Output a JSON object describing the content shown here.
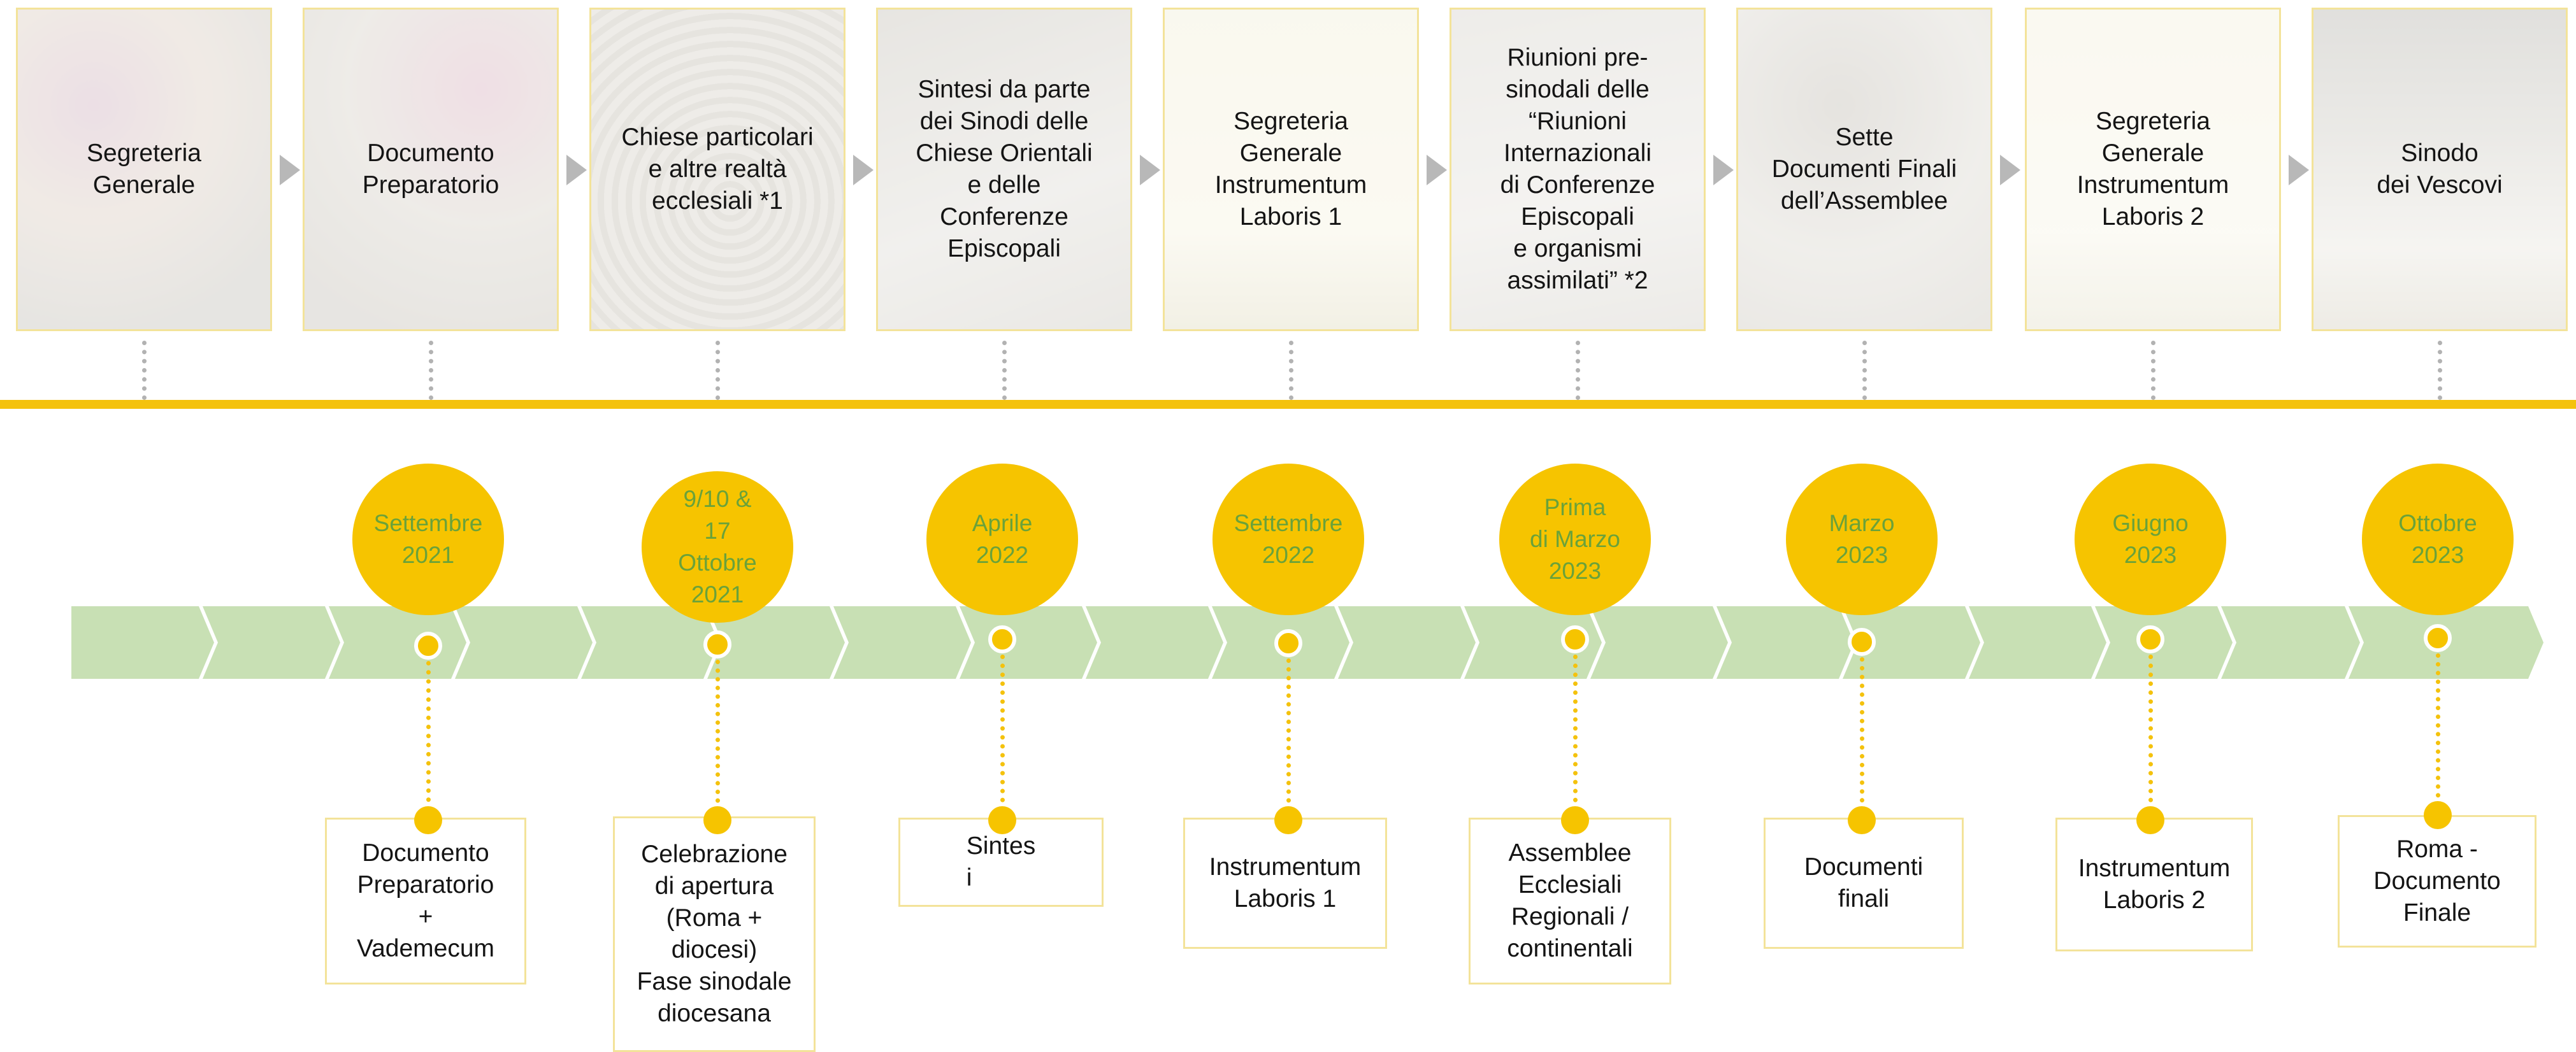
{
  "colors": {
    "accent_yellow": "#f4c20d",
    "band_green": "#c8e0b4",
    "date_text_green": "#6aa23a",
    "card_border": "#f3e39a",
    "connector_gray": "#b2b2b2"
  },
  "cards": [
    {
      "label": "Segreteria\nGenerale"
    },
    {
      "label": "Documento\nPreparatorio"
    },
    {
      "label": "Chiese particolari\ne altre realtà\necclesiali *1"
    },
    {
      "label": "Sintesi da parte\ndei Sinodi delle\nChiese Orientali\ne delle\nConferenze\nEpiscopali"
    },
    {
      "label": "Segreteria\nGenerale\nInstrumentum\nLaboris 1"
    },
    {
      "label": "Riunioni pre-\nsinodali delle\n“Riunioni\nInternazionali\ndi Conferenze\nEpiscopali\ne organismi\nassimilati” *2"
    },
    {
      "label": "Sette\nDocumenti  Finali\ndell’Assemblee"
    },
    {
      "label": "Segreteria\nGenerale\nInstrumentum\nLaboris 2"
    },
    {
      "label": "Sinodo\ndei Vescovi"
    }
  ],
  "milestones": [
    {
      "date": "Settembre\n2021",
      "output": "Documento\nPreparatorio\n+\nVademecum"
    },
    {
      "date": "9/10 &\n17\nOttobre\n2021",
      "output": "Celebrazione\ndi apertura\n(Roma +\ndiocesi)\nFase sinodale\ndiocesana"
    },
    {
      "date": "Aprile\n2022",
      "output": "Sintes\ni"
    },
    {
      "date": "Settembre\n2022",
      "output": "Instrumentum\nLaboris 1"
    },
    {
      "date": "Prima\ndi Marzo\n2023",
      "output": "Assemblee\nEcclesiali\nRegionali /\ncontinentali"
    },
    {
      "date": "Marzo\n2023",
      "output": "Documenti\nfinali"
    },
    {
      "date": "Giugno\n2023",
      "output": "Instrumentum\nLaboris 2"
    },
    {
      "date": "Ottobre\n2023",
      "output": "Roma -\nDocumento\nFinale"
    }
  ]
}
